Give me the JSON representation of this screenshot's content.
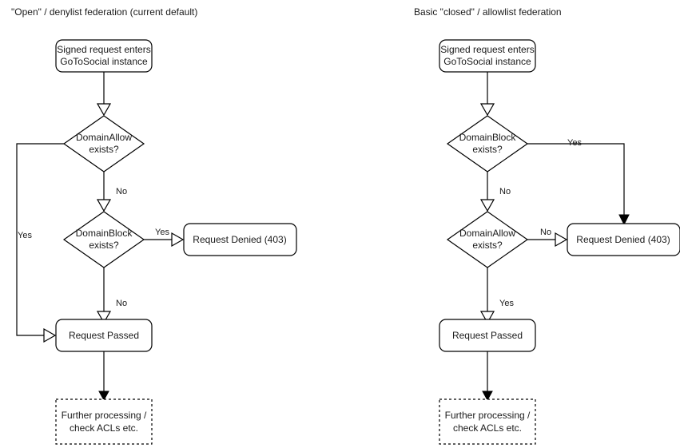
{
  "diagram": {
    "title_left": "\"Open\" / denylist federation (current default)",
    "title_right": "Basic \"closed\" / allowlist federation",
    "columns": [
      {
        "id": "open-denylist",
        "title": "\"Open\" / denylist federation (current default)",
        "nodes": {
          "entry_line1": "Signed request enters",
          "entry_line2": "GoToSocial instance",
          "decision1_line1": "DomainAllow",
          "decision1_line2": "exists?",
          "decision2_line1": "DomainBlock",
          "decision2_line2": "exists?",
          "denied": "Request Denied (403)",
          "passed": "Request Passed",
          "further_line1": "Further processing /",
          "further_line2": "check ACLs etc."
        },
        "edge_labels": {
          "allow_yes": "Yes",
          "allow_no": "No",
          "block_yes": "Yes",
          "block_no": "No"
        }
      },
      {
        "id": "closed-allowlist",
        "title": "Basic \"closed\" / allowlist federation",
        "nodes": {
          "entry_line1": "Signed request enters",
          "entry_line2": "GoToSocial instance",
          "decision1_line1": "DomainBlock",
          "decision1_line2": "exists?",
          "decision2_line1": "DomainAllow",
          "decision2_line2": "exists?",
          "denied": "Request Denied (403)",
          "passed": "Request Passed",
          "further_line1": "Further processing /",
          "further_line2": "check ACLs etc."
        },
        "edge_labels": {
          "block_yes": "Yes",
          "block_no": "No",
          "allow_no": "No",
          "allow_yes": "Yes"
        }
      }
    ],
    "colors": {
      "stroke": "#000000",
      "fill": "#ffffff",
      "text": "#1a1a1a",
      "background": "#ffffff"
    }
  }
}
